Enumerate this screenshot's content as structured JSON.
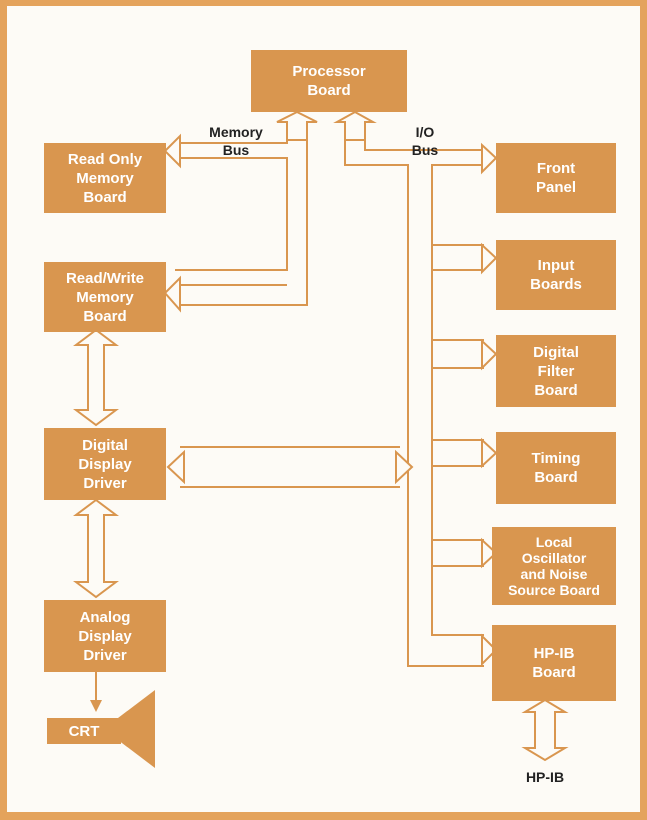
{
  "blocks": {
    "processor": "Processor\nBoard",
    "rom": "Read Only\nMemory\nBoard",
    "ram": "Read/Write\nMemory\nBoard",
    "digital_display": "Digital\nDisplay\nDriver",
    "analog_display": "Analog\nDisplay\nDriver",
    "crt": "CRT",
    "front_panel": "Front\nPanel",
    "input": "Input\nBoards",
    "digital_filter": "Digital\nFilter\nBoard",
    "timing": "Timing\nBoard",
    "local_osc": "Local\nOscillator\nand Noise\nSource Board",
    "hpib_board": "HP-IB\nBoard"
  },
  "labels": {
    "memory_bus": "Memory\nBus",
    "io_bus": "I/O\nBus",
    "hpib": "HP-IB"
  },
  "colors": {
    "block": "#d9964f",
    "border": "#e4a35c",
    "background": "#fdfbf6"
  }
}
